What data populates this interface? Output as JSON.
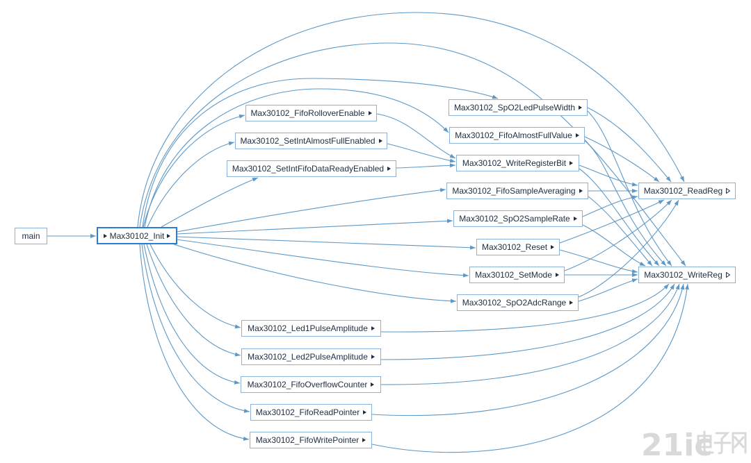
{
  "nodes": {
    "main": "main",
    "init": "Max30102_Init",
    "fifo_rollover_enable": "Max30102_FifoRolloverEnable",
    "set_int_almost_full_enabled": "Max30102_SetIntAlmostFullEnabled",
    "set_int_fifo_data_ready_enabled": "Max30102_SetIntFifoDataReadyEnabled",
    "spo2_led_pulse_width": "Max30102_SpO2LedPulseWidth",
    "fifo_almost_full_value": "Max30102_FifoAlmostFullValue",
    "write_register_bit": "Max30102_WriteRegisterBit",
    "fifo_sample_averaging": "Max30102_FifoSampleAveraging",
    "spo2_sample_rate": "Max30102_SpO2SampleRate",
    "reset": "Max30102_Reset",
    "set_mode": "Max30102_SetMode",
    "spo2_adc_range": "Max30102_SpO2AdcRange",
    "read_reg": "Max30102_ReadReg",
    "write_reg": "Max30102_WriteReg",
    "led1_pulse_amplitude": "Max30102_Led1PulseAmplitude",
    "led2_pulse_amplitude": "Max30102_Led2PulseAmplitude",
    "fifo_overflow_counter": "Max30102_FifoOverflowCounter",
    "fifo_read_pointer": "Max30102_FifoReadPointer",
    "fifo_write_pointer": "Max30102_FifoWritePointer"
  },
  "icons": {
    "expand": "expand-right-icon",
    "leaf": "hollow-arrow-icon"
  },
  "colors": {
    "edge": "#5d98c6",
    "node_border": "#8ab1d8",
    "focus_border": "#2b7cd6",
    "node_text": "#1f2d40",
    "watermark": "#d9d9d9"
  },
  "watermark": {
    "brand": "21ic",
    "brand_cn": "电子网"
  }
}
